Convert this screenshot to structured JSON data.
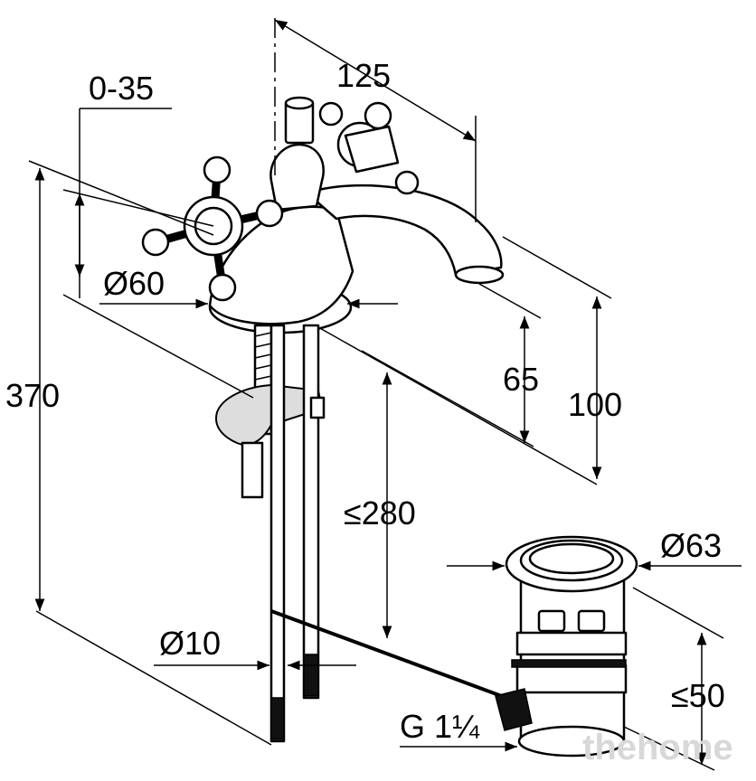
{
  "dimensions": {
    "offset": "0-35",
    "spout_reach": "125",
    "base_diameter": "Ø60",
    "total_height": "370",
    "spout_height": "65",
    "outlet_height": "100",
    "max_tail_length": "≤280",
    "hose_diameter": "Ø10",
    "waste_diameter": "Ø63",
    "waste_height": "≤50",
    "waste_thread": "G 1¼"
  },
  "watermark": "thehome"
}
